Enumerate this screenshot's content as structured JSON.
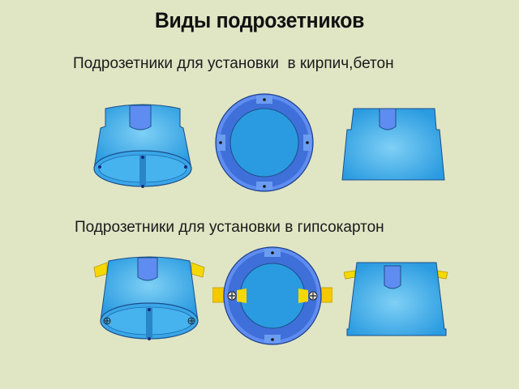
{
  "slide": {
    "title": "Виды подрозетников",
    "background_color": "#e0e5c4"
  },
  "sections": [
    {
      "label": "Подрозетники для установки  в кирпич,бетон",
      "figures": [
        {
          "view": "perspective",
          "icon": "back-box-perspective-icon"
        },
        {
          "view": "top",
          "icon": "back-box-top-view-icon"
        },
        {
          "view": "side",
          "icon": "back-box-side-view-icon"
        }
      ]
    },
    {
      "label": "Подрозетники для установки в гипсокартон",
      "figures": [
        {
          "view": "perspective",
          "icon": "drywall-back-box-perspective-icon"
        },
        {
          "view": "top",
          "icon": "drywall-back-box-top-view-icon"
        },
        {
          "view": "side",
          "icon": "drywall-back-box-side-view-icon"
        }
      ]
    }
  ],
  "colors": {
    "box_body": "#2a9be0",
    "box_highlight": "#7fd0f5",
    "box_outline": "#1a4f8a",
    "ring": "#3f6fd8",
    "tab": "#5f8cf0",
    "clamp": "#f5d800",
    "clamp_dark": "#e6b400"
  }
}
